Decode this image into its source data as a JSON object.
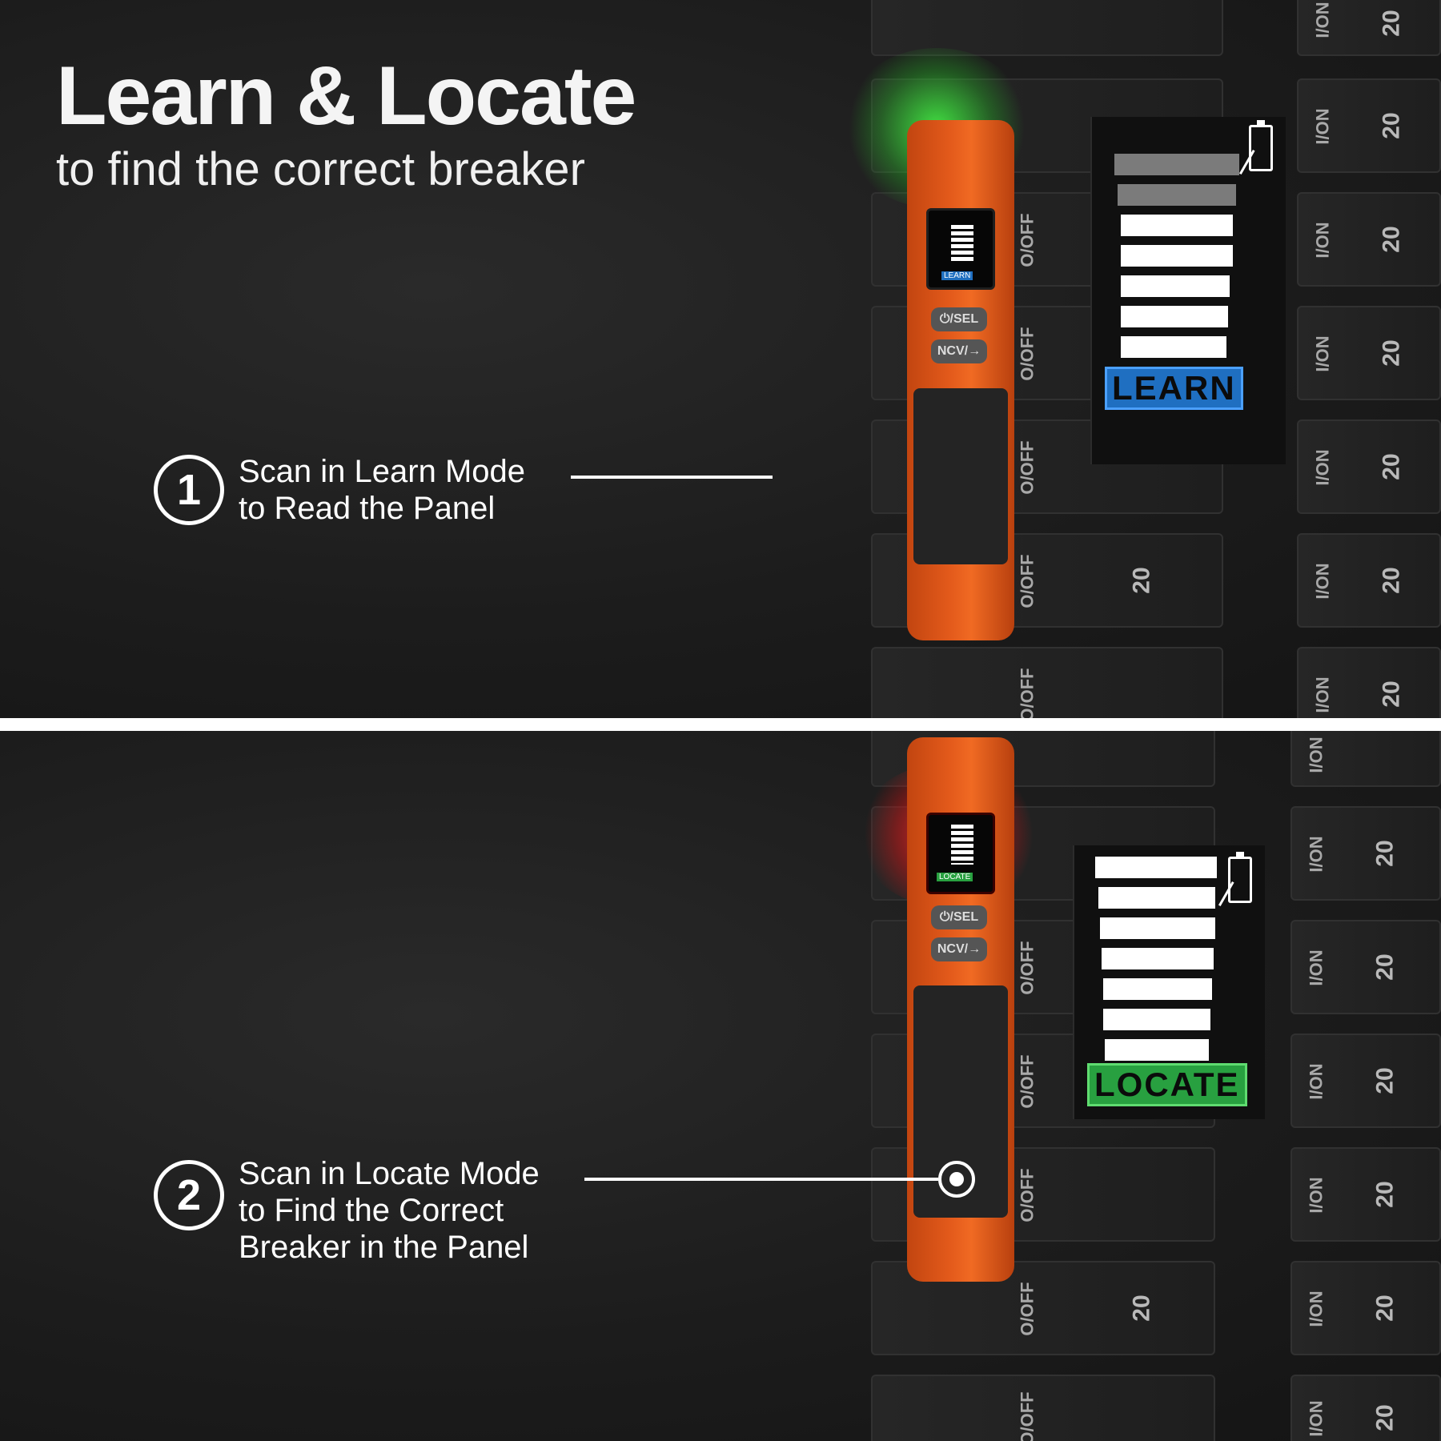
{
  "header": {
    "title": "Learn & Locate",
    "subtitle": "to find the correct breaker"
  },
  "steps": [
    {
      "number": "1",
      "lines": [
        "Scan in Learn Mode",
        "to Read the Panel"
      ]
    },
    {
      "number": "2",
      "lines": [
        "Scan in Locate Mode",
        "to Find the Correct",
        "Breaker in the Panel"
      ]
    }
  ],
  "callouts": {
    "learn_label": "LEARN",
    "locate_label": "LOCATE"
  },
  "breakers": {
    "rating": "20",
    "state": "I/ON",
    "off_state": "O/OFF"
  },
  "tester": {
    "button_power": "⏻/SEL",
    "button_ncv": "NCV/→",
    "screen_learn": "LEARN",
    "screen_locate": "LOCATE"
  },
  "colors": {
    "learn_blue": "#1f6fc1",
    "locate_green": "#28a040",
    "tester_orange": "#e35a1b",
    "glow_green": "#46ff46",
    "glow_red": "#ff2828"
  }
}
